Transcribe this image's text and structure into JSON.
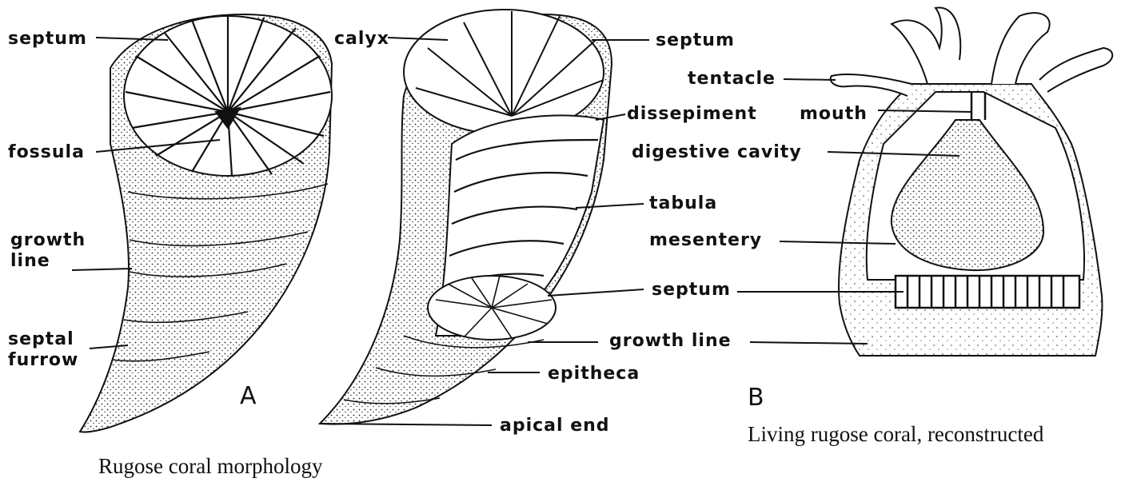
{
  "labels": {
    "a_septum": "septum",
    "a_fossula": "fossula",
    "a_growth_line": "growth\nline",
    "a_septal_furrow": "septal\nfurrow",
    "a_calyx": "calyx",
    "s_septum_top": "septum",
    "s_dissepiment": "dissepiment",
    "s_tabula": "tabula",
    "s_septum_mid": "septum",
    "s_growth_line": "growth line",
    "s_epitheca": "epitheca",
    "s_apical_end": "apical end",
    "b_tentacle": "tentacle",
    "b_mouth": "mouth",
    "b_digestive_cavity": "digestive cavity",
    "b_mesentery": "mesentery"
  },
  "panel_letters": {
    "a": "A",
    "b": "B"
  },
  "captions": {
    "left": "Rugose coral morphology",
    "right": "Living rugose coral, reconstructed"
  },
  "colors": {
    "ink": "#111111",
    "paper": "#ffffff"
  }
}
